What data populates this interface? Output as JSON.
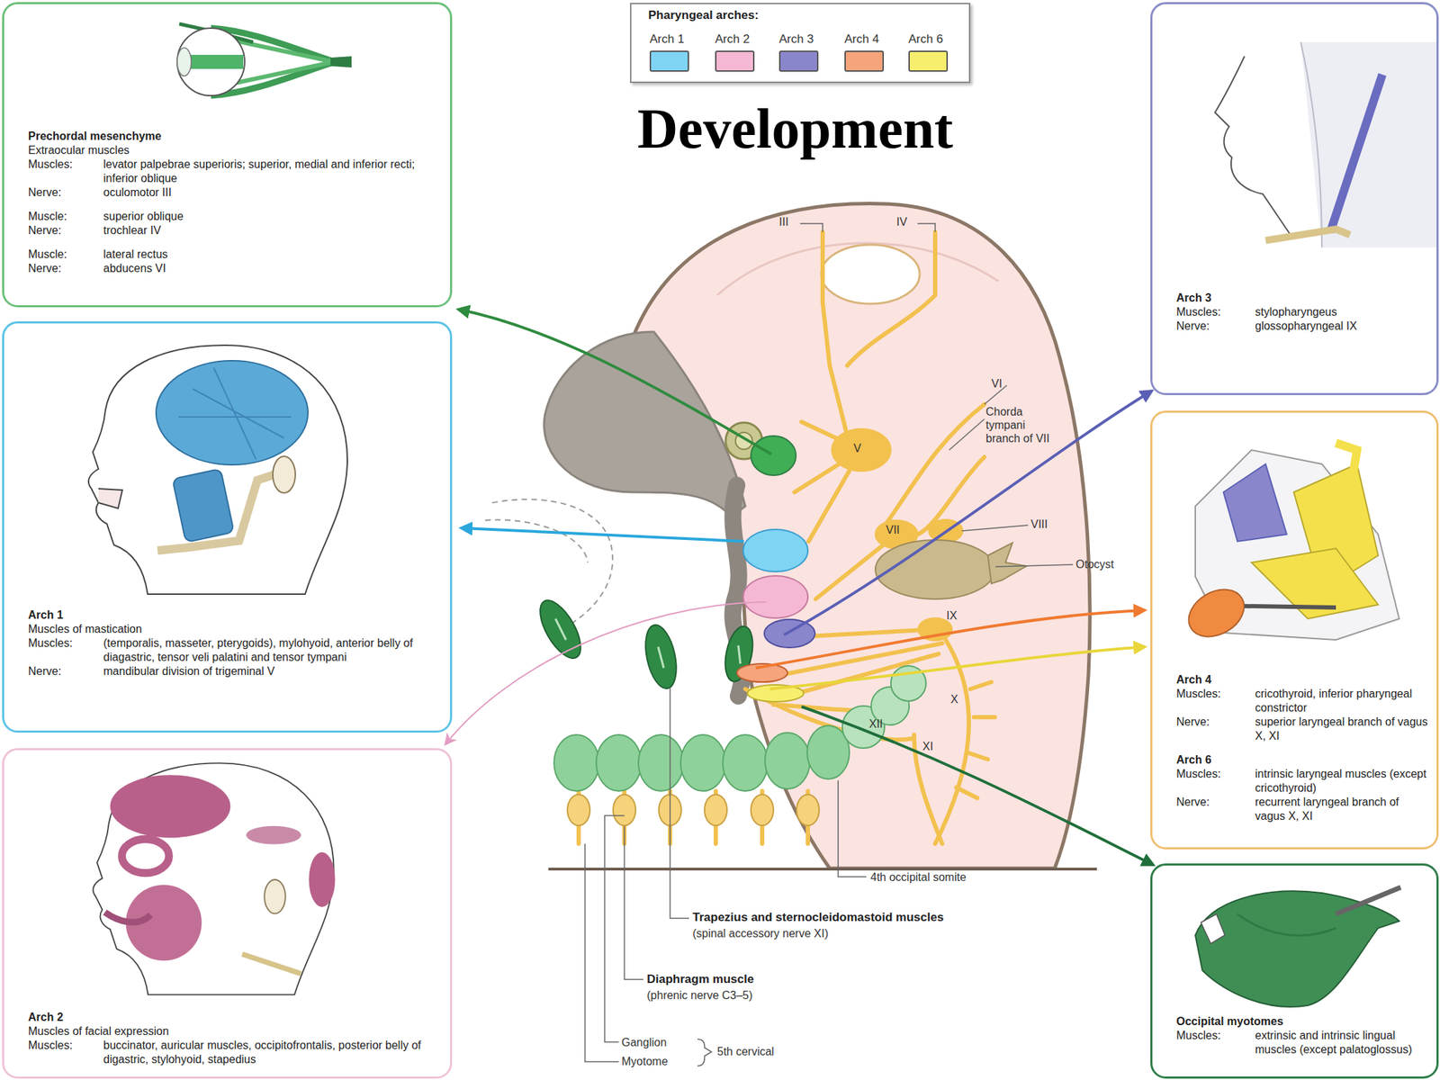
{
  "diagram": {
    "title": "Development",
    "nodes": [
      {
        "text": [
          "Prechordal mesenchyme",
          "Extraocular muscles",
          "Muscles:",
          "levator palpebrae superioris; superior, medial and inferior recti; inferior oblique",
          "Nerve:",
          "oculomotor III",
          "Muscle:",
          "superior oblique",
          "Nerve:",
          "trochlear IV",
          "Muscle:",
          "lateral rectus",
          "Nerve:",
          "abducens VI"
        ]
      },
      {
        "text": [
          "Arch 1",
          "Muscles of mastication",
          "Muscles:",
          "(temporalis, masseter, pterygoids), mylohyoid, anterior belly of diagastric, tensor veli palatini and tensor tympani",
          "Nerve:",
          "mandibular division of trigeminal V"
        ]
      },
      {
        "text": [
          "Arch 2",
          "Muscles of facial expression",
          "Muscles:",
          "buccinator, auricular muscles, occipitofrontalis, posterior belly of digastric, stylohyoid, stapedius"
        ]
      },
      {
        "text": [
          "Arch 3",
          "Muscles:",
          "stylopharyngeus",
          "Nerve:",
          "glossopharyngeal IX"
        ]
      },
      {
        "text": [
          "Arch 4",
          "Muscles:",
          "cricothyroid, inferior pharyngeal constrictor",
          "Nerve:",
          "superior laryngeal branch of vagus X, XI",
          "Arch 6",
          "Muscles:",
          "intrinsic laryngeal muscles (except cricothyroid)",
          "Nerve:",
          "recurrent laryngeal branch of vagus X, XI"
        ]
      },
      {
        "text": [
          "Occipital myotomes",
          "Muscles:",
          "extrinsic and intrinsic lingual muscles (except palatoglossus)"
        ]
      }
    ],
    "labels": [
      "Pharyngeal arches:",
      "III",
      "IV",
      "VI",
      "Chorda tympani branch of VII",
      "V",
      "VII",
      "VIII",
      "Otocyst",
      "IX",
      "X",
      "XII",
      "XI",
      "4th occipital somite",
      "Trapezius and sternocleidomastoid muscles",
      "(spinal accessory nerve XI)",
      "Diaphragm muscle",
      "(phrenic nerve C3–5)",
      "Ganglion",
      "Myotome",
      "5th cervical"
    ],
    "legend": [
      {
        "text": "Arch 1",
        "color": "#7fd4f4"
      },
      {
        "text": "Arch 2",
        "color": "#f5b8d4"
      },
      {
        "text": "Arch 3",
        "color": "#8a86cc"
      },
      {
        "text": "Arch 4",
        "color": "#f5a47c"
      },
      {
        "text": "Arch 6",
        "color": "#f8ee6e"
      }
    ]
  }
}
